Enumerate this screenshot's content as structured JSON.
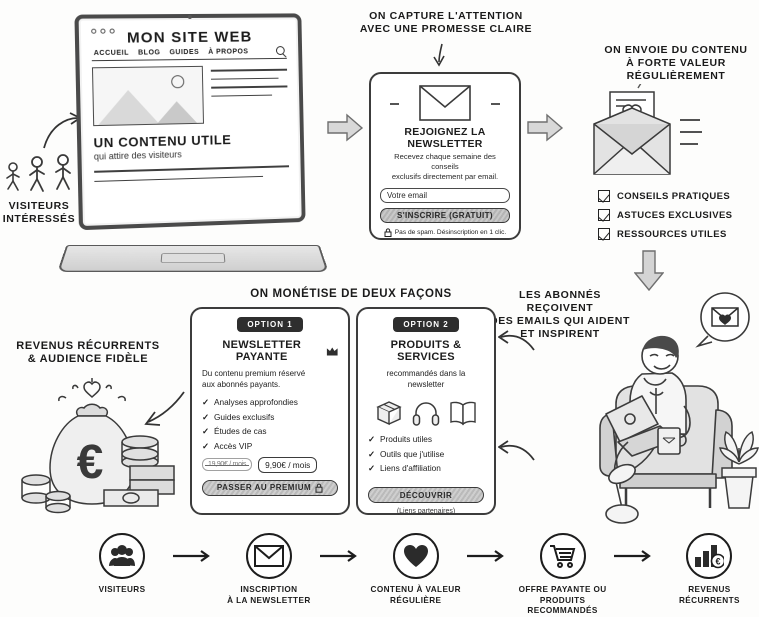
{
  "headers": {
    "attention": "ON CAPTURE L'ATTENTION\nAVEC UNE PROMESSE CLAIRE",
    "attention_l1": "ON CAPTURE L'ATTENTION",
    "attention_l2": "AVEC UNE PROMESSE CLAIRE",
    "envoie_l1": "ON ENVOIE DU CONTENU",
    "envoie_l2": "À FORTE VALEUR RÉGULIÈREMENT",
    "monetise": "ON MONÉTISE DE DEUX FAÇONS",
    "abonnes_l1": "LES ABONNÉS REÇOIVENT",
    "abonnes_l2": "DES EMAILS QUI AIDENT",
    "abonnes_l3": "ET INSPIRENT",
    "revenus_l1": "REVENUS RÉCURRENTS",
    "revenus_l2": "& AUDIENCE FIDÈLE"
  },
  "visitors": {
    "label_l1": "VISITEURS",
    "label_l2": "INTÉRESSÉS"
  },
  "website": {
    "title": "MON SITE WEB",
    "nav": [
      "ACCUEIL",
      "BLOG",
      "GUIDES",
      "À PROPOS"
    ],
    "search_icon": "search-icon",
    "hero_heading": "UN CONTENU UTILE",
    "hero_sub": "qui attire des visiteurs"
  },
  "newsletter_card": {
    "envelope_icon": "envelope-icon",
    "title": "REJOIGNEZ LA NEWSLETTER",
    "subtitle_l1": "Recevez chaque semaine des conseils",
    "subtitle_l2": "exclusifs directement par email.",
    "email_placeholder": "Votre email",
    "submit_label": "S'INSCRIRE (GRATUIT)",
    "lock_icon": "lock-icon",
    "note": "Pas de spam. Désinscription en 1 clic."
  },
  "content_value": {
    "envelope_icon": "open-envelope-heart-icon",
    "checklist": [
      "CONSEILS PRATIQUES",
      "ASTUCES EXCLUSIVES",
      "RESSOURCES UTILES"
    ]
  },
  "option1": {
    "badge": "OPTION 1",
    "title": "NEWSLETTER PAYANTE",
    "crown_icon": "crown-icon",
    "desc_l1": "Du contenu premium réservé",
    "desc_l2": "aux abonnés payants.",
    "features": [
      "Analyses approfondies",
      "Guides exclusifs",
      "Études de cas",
      "Accès VIP"
    ],
    "price_old": "19,90€ / mois",
    "price_new": "9,90€ / mois",
    "cta": "PASSER AU PREMIUM",
    "cta_icon": "lock-icon"
  },
  "option2": {
    "badge": "OPTION 2",
    "title": "PRODUITS & SERVICES",
    "desc": "recommandés dans la newsletter",
    "icons": [
      "box-icon",
      "headphones-icon",
      "book-icon"
    ],
    "features": [
      "Produits utiles",
      "Outils que j'utilise",
      "Liens d'affiliation"
    ],
    "cta": "DÉCOUVRIR",
    "cta_note": "(Liens partenaires)"
  },
  "flow": {
    "steps": [
      {
        "icon": "people-group-icon",
        "label_l1": "VISITEURS",
        "label_l2": ""
      },
      {
        "icon": "envelope-icon",
        "label_l1": "INSCRIPTION",
        "label_l2": "À LA NEWSLETTER"
      },
      {
        "icon": "heart-icon",
        "label_l1": "CONTENU À VALEUR",
        "label_l2": "RÉGULIÈRE"
      },
      {
        "icon": "shopping-cart-icon",
        "label_l1": "OFFRE PAYANTE OU",
        "label_l2": "PRODUITS RECOMMANDÉS"
      },
      {
        "icon": "bar-chart-euro-icon",
        "label_l1": "REVENUS",
        "label_l2": "RÉCURRENTS"
      }
    ],
    "arrow_icon": "arrow-right-icon"
  },
  "money": {
    "bag_icon": "money-bag-euro-icon",
    "currency": "€",
    "heart_icon": "heart-outline-icon"
  },
  "person": {
    "icon": "person-laptop-armchair-icon",
    "bubble_icon": "envelope-heart-icon",
    "plant_icon": "potted-plant-icon"
  },
  "colors": {
    "ink": "#1c1c1c",
    "paper": "#fdfdfc",
    "badge_bg": "#2e2e2e",
    "muted": "#6f6f6f"
  }
}
